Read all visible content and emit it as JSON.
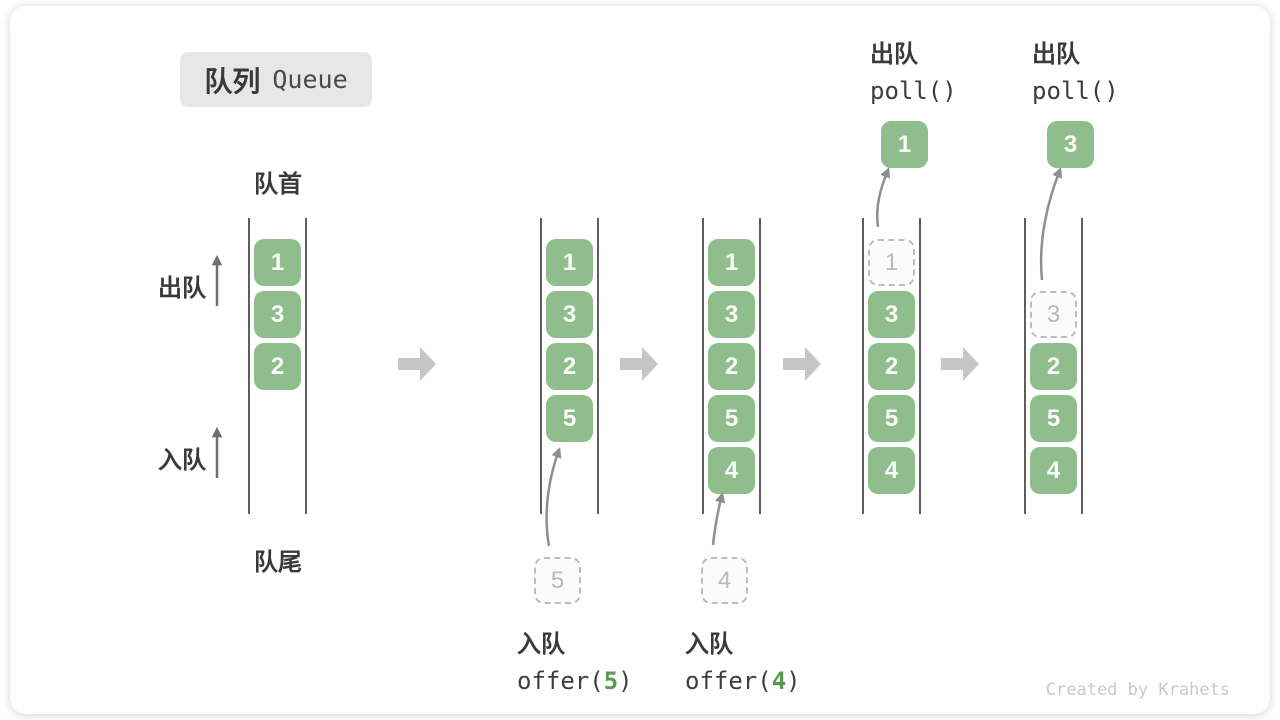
{
  "title": {
    "zh": "队列",
    "en": "Queue"
  },
  "labels": {
    "front": "队首",
    "rear": "队尾",
    "dequeue": "出队",
    "enqueue": "入队"
  },
  "states": [
    {
      "name": "initial",
      "cells": [
        {
          "value": "1"
        },
        {
          "value": "3"
        },
        {
          "value": "2"
        }
      ]
    },
    {
      "name": "after-offer-5",
      "cells": [
        {
          "value": "1"
        },
        {
          "value": "3"
        },
        {
          "value": "2"
        },
        {
          "value": "5"
        }
      ],
      "incoming": {
        "value": "5"
      },
      "op": {
        "line1": "入队",
        "pre": "offer(",
        "arg": "5",
        "post": ")"
      }
    },
    {
      "name": "after-offer-4",
      "cells": [
        {
          "value": "1"
        },
        {
          "value": "3"
        },
        {
          "value": "2"
        },
        {
          "value": "5"
        },
        {
          "value": "4"
        }
      ],
      "incoming": {
        "value": "4"
      },
      "op": {
        "line1": "入队",
        "pre": "offer(",
        "arg": "4",
        "post": ")"
      }
    },
    {
      "name": "poll-1",
      "cells": [
        {
          "value": "1",
          "removed": true
        },
        {
          "value": "3"
        },
        {
          "value": "2"
        },
        {
          "value": "5"
        },
        {
          "value": "4"
        }
      ],
      "outgoing": {
        "value": "1"
      },
      "op": {
        "line1": "出队",
        "line2": "poll()"
      }
    },
    {
      "name": "poll-3",
      "cells": [
        {
          "value": "3",
          "removed": true
        },
        {
          "value": "2"
        },
        {
          "value": "5"
        },
        {
          "value": "4"
        }
      ],
      "outgoing": {
        "value": "3"
      },
      "op": {
        "line1": "出队",
        "line2": "poll()"
      }
    }
  ],
  "watermark": "Created by Krahets",
  "colors": {
    "box_green": "#8FBE8C",
    "digit_green": "#559A4E",
    "text_dark": "#3A3A3A",
    "wall": "#5E5E5E",
    "badge_bg": "#E7E7E7",
    "dashed_border": "#BDBDBD",
    "flow_arrow": "#C6C6C6",
    "line_gray": "#8F8F8F",
    "up_arrow": "#6F6F6F",
    "watermark": "#C9C9C9"
  }
}
